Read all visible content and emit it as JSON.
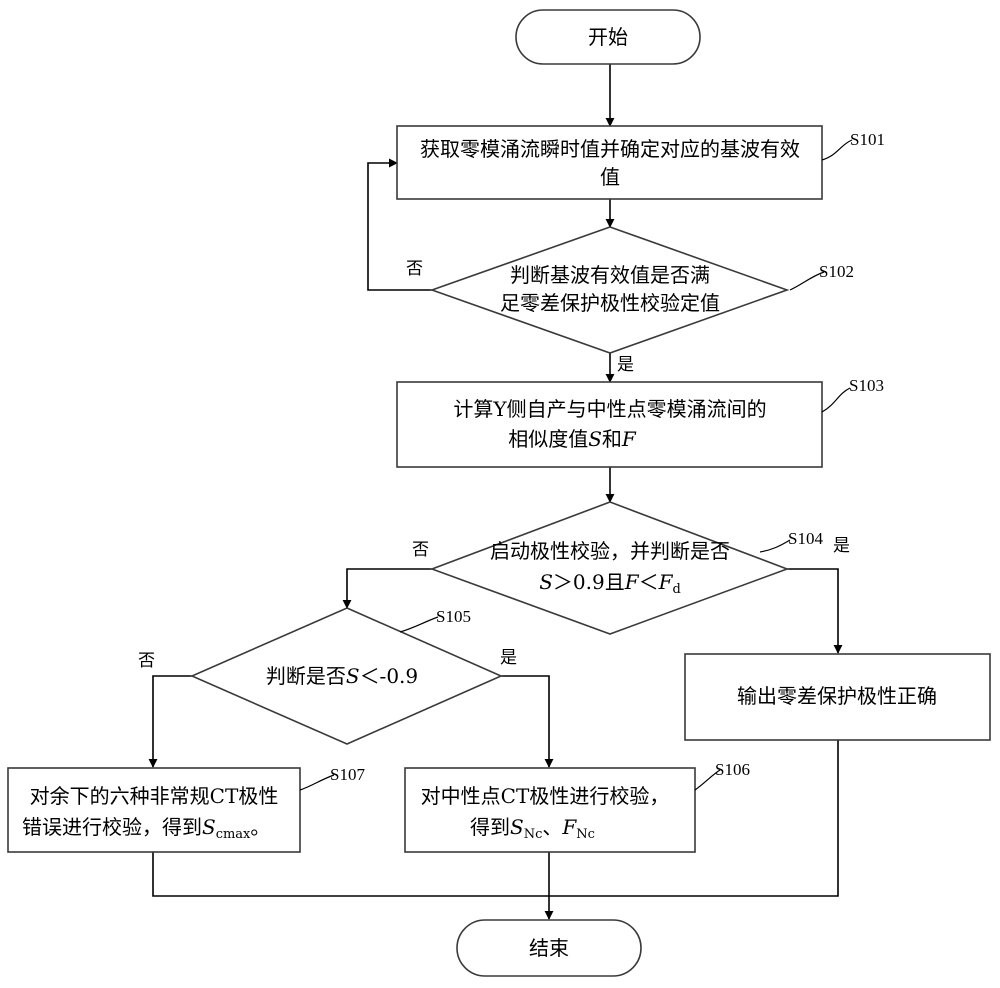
{
  "nodes": {
    "start": "开始",
    "s101_line1": "获取零模涌流瞬时值并确定对应的基波有效",
    "s101_line2": "值",
    "s102_line1": "判断基波有效值是否满",
    "s102_line2": "足零差保护极性校验定值",
    "s103_line1": "计算Y侧自产与中性点零模涌流间的",
    "s103_line2_prefix": "相似度值",
    "s103_var_s": "S",
    "s103_and": "和",
    "s103_var_f": "F",
    "s104_line1": "启动极性校验，并判断是否",
    "s104_var_s": "S",
    "s104_cond_a": "＞0.9且",
    "s104_var_f": "F",
    "s104_lt": "＜",
    "s104_var_fd": "F",
    "s104_sub_d": "d",
    "s105_prefix": "判断是否",
    "s105_var_s": "S",
    "s105_cond": "＜-0.9",
    "output_correct": "输出零差保护极性正确",
    "s106_line1": "对中性点CT极性进行校验，",
    "s106_line2_prefix": "得到",
    "s106_var_s": "S",
    "s106_sub_nc1": "Nc",
    "s106_sep": "、",
    "s106_var_f": "F",
    "s106_sub_nc2": "Nc",
    "s107_line1": "对余下的六种非常规CT极性",
    "s107_line2_prefix": "错误进行校验，得到",
    "s107_var_s": "S",
    "s107_sub": "cmax",
    "s107_end": "。",
    "end": "结束"
  },
  "step_labels": {
    "s101": "S101",
    "s102": "S102",
    "s103": "S103",
    "s104": "S104",
    "s105": "S105",
    "s106": "S106",
    "s107": "S107"
  },
  "branch_labels": {
    "s102_no": "否",
    "s102_yes": "是",
    "s104_no": "否",
    "s104_yes": "是",
    "s105_no": "否",
    "s105_yes": "是"
  }
}
